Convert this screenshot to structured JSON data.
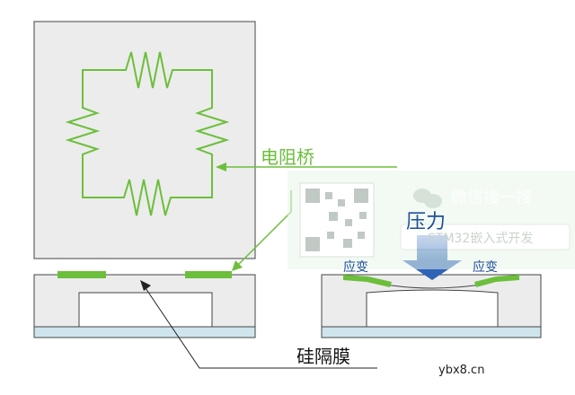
{
  "labels": {
    "resistor_bridge": "电阻桥",
    "pressure": "压力",
    "strain_left": "应变",
    "strain_right": "应变",
    "silicon_diaphragm": "硅隔膜"
  },
  "watermark": {
    "title": "微信搜一搜",
    "search_text": "STM32嵌入式开发",
    "icons": [
      "wechat-icon",
      "qr-code",
      "search-icon"
    ]
  },
  "site_label": "ybx8.cn",
  "colors": {
    "resistor_green": "#6cbf3c",
    "arrow_green": "#6cbf3c",
    "panel_fill": "#ececec",
    "substrate_blue": "#cfe5ee",
    "pressure_arrow": "#3b73c8",
    "pressure_text": "#1f4e9c",
    "outline": "#333333"
  }
}
